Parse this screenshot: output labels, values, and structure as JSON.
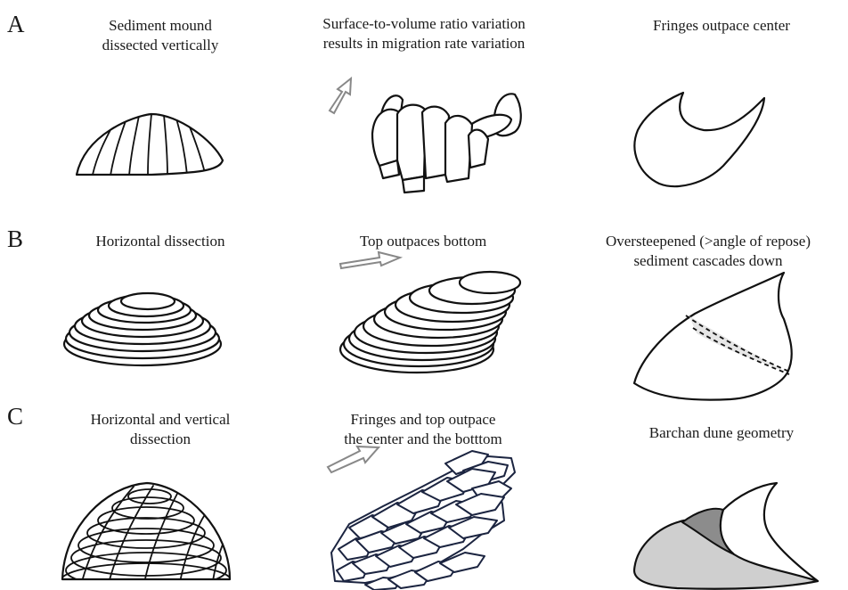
{
  "rows": [
    {
      "label": "A",
      "captions": [
        "Sediment mound\ndissected vertically",
        "Surface-to-volume ratio variation\nresults in migration rate variation",
        "Fringes outpace center"
      ]
    },
    {
      "label": "B",
      "captions": [
        "Horizontal dissection",
        "Top outpaces bottom",
        "Oversteepened (>angle of repose)\nsediment cascades down"
      ]
    },
    {
      "label": "C",
      "captions": [
        "Horizontal and vertical\ndissection",
        "Fringes and top outpace\nthe center and the botttom",
        "Barchan dune geometry"
      ]
    }
  ],
  "colors": {
    "line": "#111111",
    "arrow_outline": "#888888",
    "chunk_outline_c": "#1b2440",
    "dashed_fill": "#e6e6e6",
    "barchan_light": "#cfcfcf",
    "barchan_dark": "#8c8c8c"
  }
}
